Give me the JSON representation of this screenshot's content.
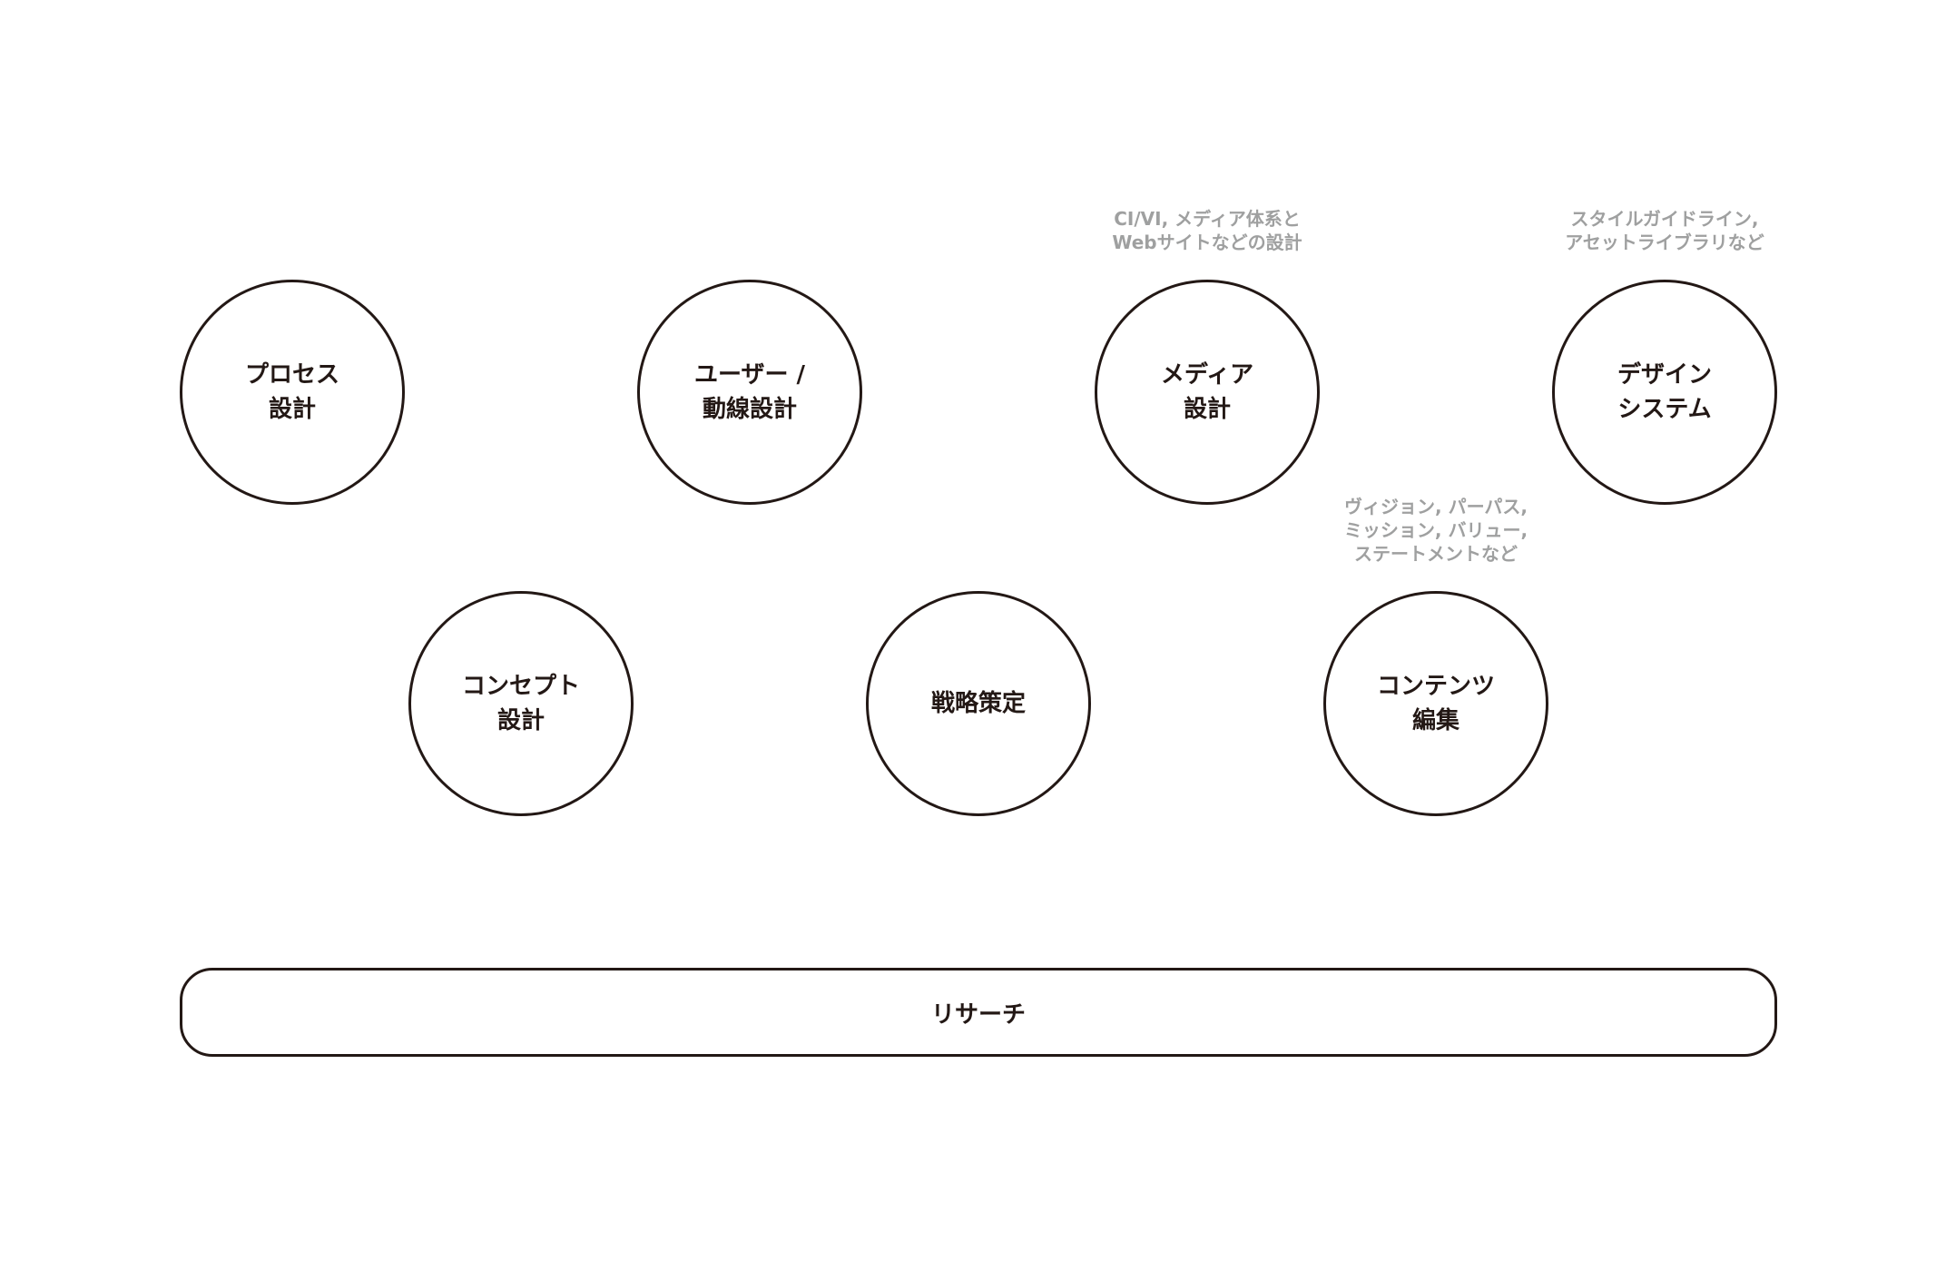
{
  "colors": {
    "stroke": "#231815",
    "text": "#231815",
    "note_text": "#9fa0a0",
    "background": "#ffffff"
  },
  "nodes": {
    "process": {
      "line1": "プロセス",
      "line2": "設計"
    },
    "user_flow": {
      "line1": "ユーザー /",
      "line2": "動線設計"
    },
    "media": {
      "line1": "メディア",
      "line2": "設計"
    },
    "design_system": {
      "line1": "デザイン",
      "line2": "システム"
    },
    "concept": {
      "line1": "コンセプト",
      "line2": "設計"
    },
    "strategy": {
      "line1": "戦略策定"
    },
    "content": {
      "line1": "コンテンツ",
      "line2": "編集"
    }
  },
  "notes": {
    "media": {
      "line1": "CI/VI, メディア体系と",
      "line2": "Webサイトなどの設計"
    },
    "design_system": {
      "line1": "スタイルガイドライン,",
      "line2": "アセットライブラリなど"
    },
    "content": {
      "line1": "ヴィジョン, パーパス,",
      "line2": "ミッション, バリュー,",
      "line3": "ステートメントなど"
    }
  },
  "research": {
    "label": "リサーチ"
  }
}
